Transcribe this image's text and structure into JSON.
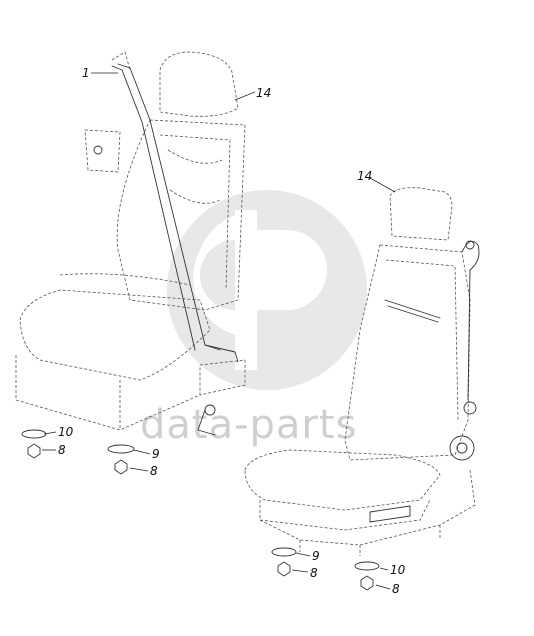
{
  "watermark": {
    "text": "data-parts",
    "color": "#cfcfcf"
  },
  "callouts": {
    "belt": "1",
    "headrest_left": "14",
    "headrest_right": "14",
    "washer_left_10": "10",
    "nut_left_8a": "8",
    "washer_mid_9": "9",
    "nut_mid_8": "8",
    "washer_right_9": "9",
    "nut_right_8a": "8",
    "washer_right_10": "10",
    "nut_right_8b": "8"
  }
}
